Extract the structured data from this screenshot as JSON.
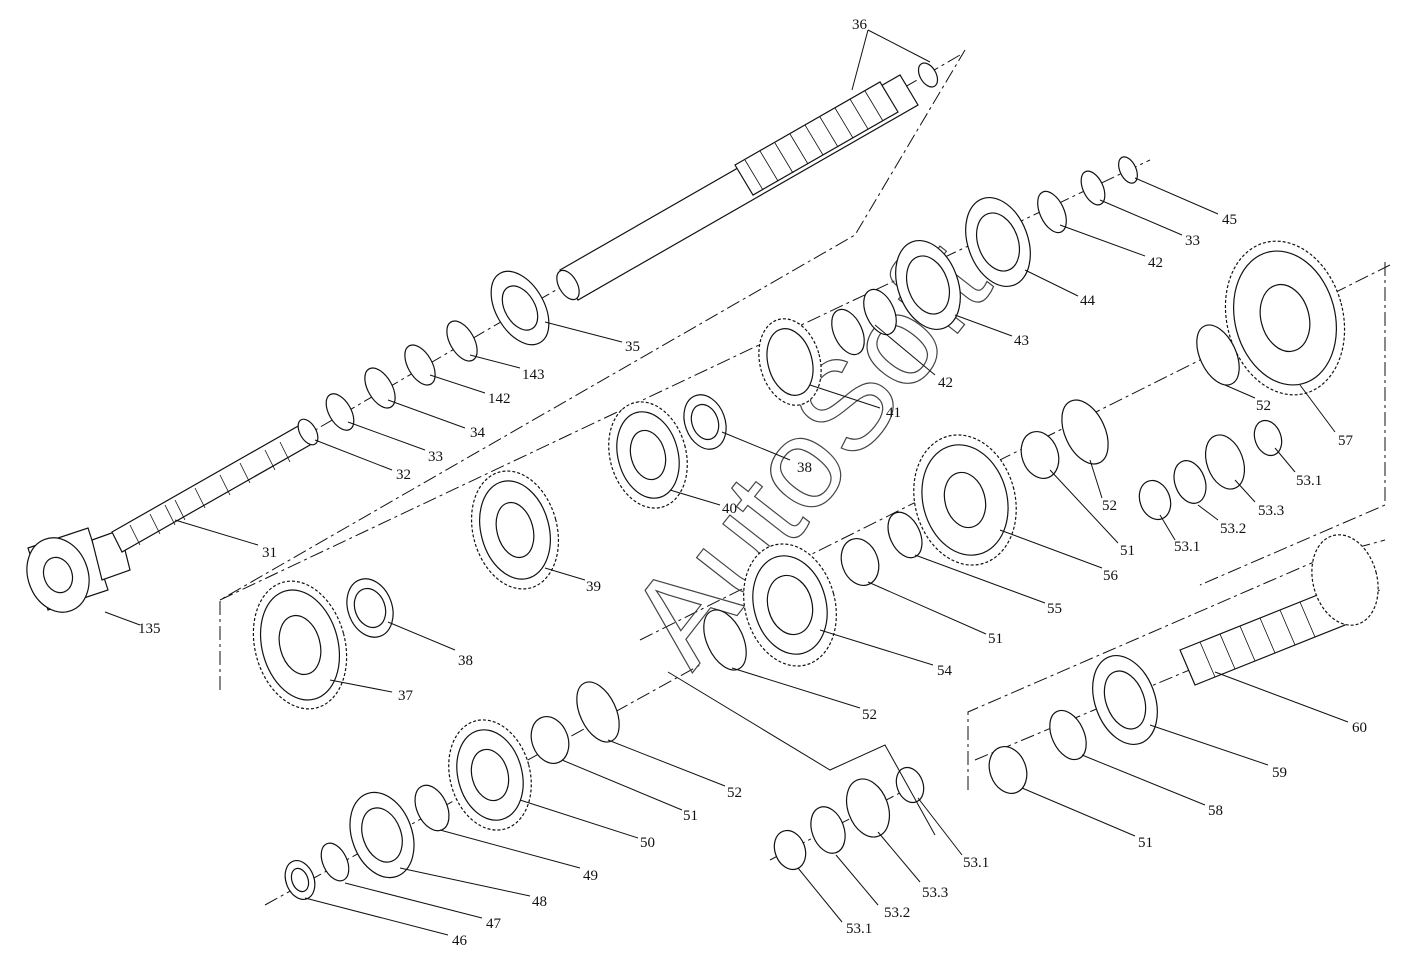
{
  "diagram": {
    "watermark": "AutoSoft",
    "parts": [
      {
        "id": "p135",
        "label": "135"
      },
      {
        "id": "p31",
        "label": "31"
      },
      {
        "id": "p32",
        "label": "32"
      },
      {
        "id": "p33a",
        "label": "33"
      },
      {
        "id": "p34",
        "label": "34"
      },
      {
        "id": "p142",
        "label": "142"
      },
      {
        "id": "p143",
        "label": "143"
      },
      {
        "id": "p35",
        "label": "35"
      },
      {
        "id": "p36",
        "label": "36"
      },
      {
        "id": "p37",
        "label": "37"
      },
      {
        "id": "p38a",
        "label": "38"
      },
      {
        "id": "p39",
        "label": "39"
      },
      {
        "id": "p40",
        "label": "40"
      },
      {
        "id": "p38b",
        "label": "38"
      },
      {
        "id": "p41",
        "label": "41"
      },
      {
        "id": "p42a",
        "label": "42"
      },
      {
        "id": "p43",
        "label": "43"
      },
      {
        "id": "p44",
        "label": "44"
      },
      {
        "id": "p42b",
        "label": "42"
      },
      {
        "id": "p33b",
        "label": "33"
      },
      {
        "id": "p45",
        "label": "45"
      },
      {
        "id": "p57",
        "label": "57"
      },
      {
        "id": "p52a",
        "label": "52"
      },
      {
        "id": "p53_1a",
        "label": "53.1"
      },
      {
        "id": "p53_3a",
        "label": "53.3"
      },
      {
        "id": "p53_2a",
        "label": "53.2"
      },
      {
        "id": "p53_1b",
        "label": "53.1"
      },
      {
        "id": "p52b",
        "label": "52"
      },
      {
        "id": "p51a",
        "label": "51"
      },
      {
        "id": "p56",
        "label": "56"
      },
      {
        "id": "p55",
        "label": "55"
      },
      {
        "id": "p51b",
        "label": "51"
      },
      {
        "id": "p54",
        "label": "54"
      },
      {
        "id": "p52c",
        "label": "52"
      },
      {
        "id": "p52d",
        "label": "52"
      },
      {
        "id": "p51c",
        "label": "51"
      },
      {
        "id": "p50",
        "label": "50"
      },
      {
        "id": "p49",
        "label": "49"
      },
      {
        "id": "p48",
        "label": "48"
      },
      {
        "id": "p47",
        "label": "47"
      },
      {
        "id": "p46",
        "label": "46"
      },
      {
        "id": "p53_1c",
        "label": "53.1"
      },
      {
        "id": "p53_3b",
        "label": "53.3"
      },
      {
        "id": "p53_2b",
        "label": "53.2"
      },
      {
        "id": "p53_1d",
        "label": "53.1"
      },
      {
        "id": "p60",
        "label": "60"
      },
      {
        "id": "p59",
        "label": "59"
      },
      {
        "id": "p58",
        "label": "58"
      },
      {
        "id": "p51d",
        "label": "51"
      }
    ]
  }
}
